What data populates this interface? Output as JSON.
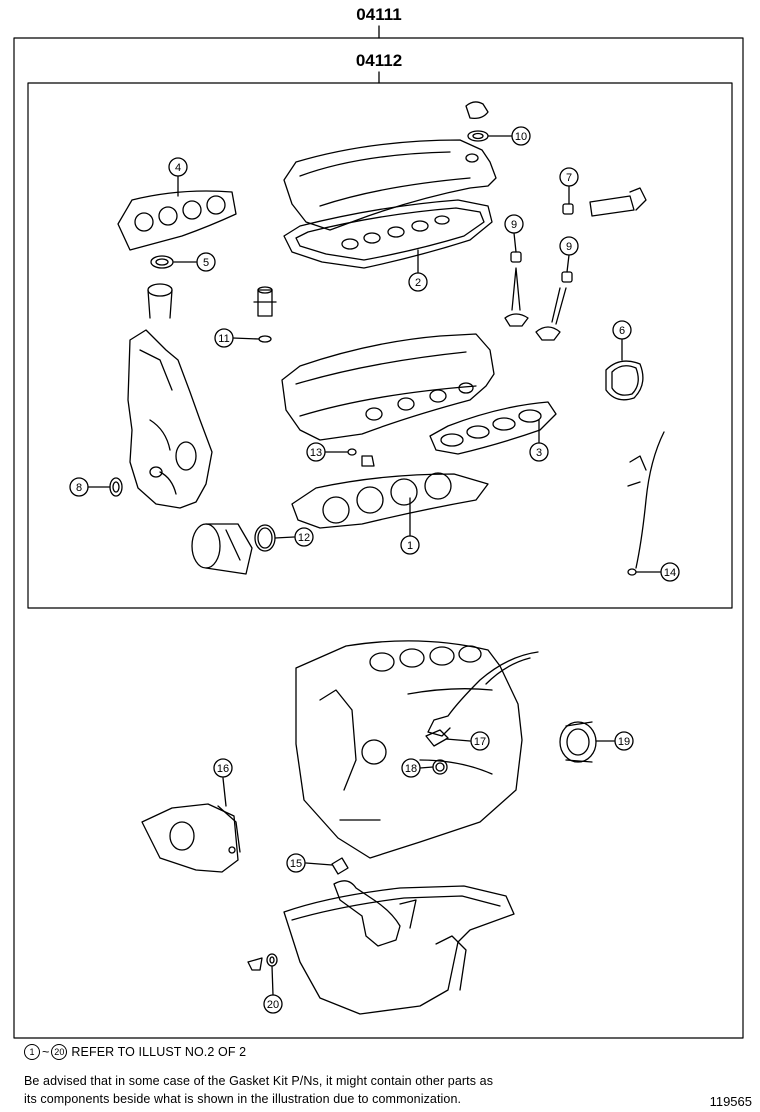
{
  "codes": {
    "outer_kit": "04111",
    "inner_kit": "04112"
  },
  "callouts": [
    "1",
    "2",
    "3",
    "4",
    "5",
    "6",
    "7",
    "8",
    "9",
    "9",
    "10",
    "11",
    "12",
    "13",
    "14",
    "15",
    "16",
    "17",
    "18",
    "19",
    "20"
  ],
  "reference": {
    "from": "1",
    "tilde": "~",
    "to": "20",
    "text": "REFER TO ILLUST NO.2 OF 2"
  },
  "advice": {
    "line1": "Be advised that in some case of the Gasket Kit P/Ns,  it might contain other parts as",
    "line2": "its components beside what is shown in the illustration due to commonization."
  },
  "figure_number": "119565"
}
